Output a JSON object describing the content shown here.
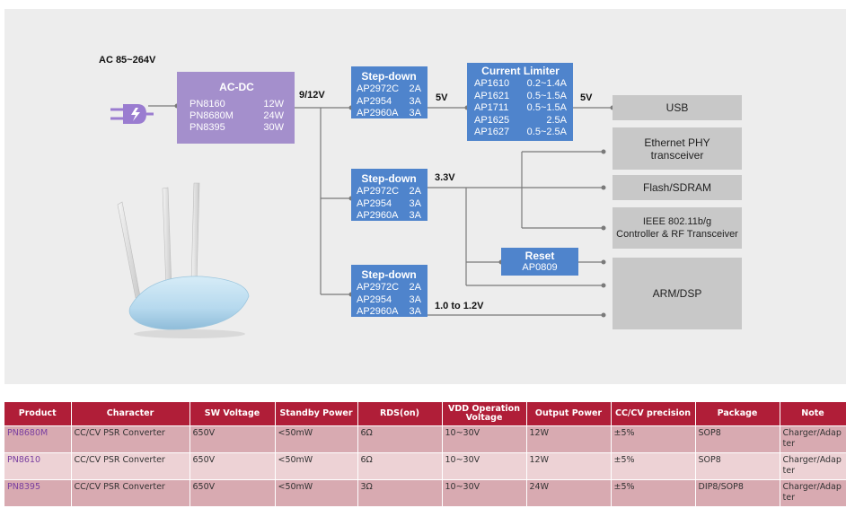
{
  "diagram": {
    "ac_input_label": "AC 85~264V",
    "acdc": {
      "title": "AC-DC",
      "parts": [
        {
          "part": "PN8160",
          "spec": "12W"
        },
        {
          "part": "PN8680M",
          "spec": "24W"
        },
        {
          "part": "PN8395",
          "spec": "30W"
        }
      ]
    },
    "bus_label": "9/12V",
    "stepdown_title": "Step-down",
    "stepdown_parts": [
      {
        "part": "AP2972C",
        "spec": "2A"
      },
      {
        "part": "AP2954",
        "spec": "3A"
      },
      {
        "part": "AP2960A",
        "spec": "3A"
      }
    ],
    "rail_5v_label": "5V",
    "rail_5v_out_label": "5V",
    "rail_33v_label": "3.3V",
    "rail_core_label": "1.0 to 1.2V",
    "current_limiter": {
      "title": "Current Limiter",
      "parts": [
        {
          "part": "AP1610",
          "spec": "0.2~1.4A"
        },
        {
          "part": "AP1621",
          "spec": "0.5~1.5A"
        },
        {
          "part": "AP1711",
          "spec": "0.5~1.5A"
        },
        {
          "part": "AP1625",
          "spec": "2.5A"
        },
        {
          "part": "AP1627",
          "spec": "0.5~2.5A"
        }
      ]
    },
    "reset": {
      "title": "Reset",
      "part": "AP0809"
    },
    "loads": {
      "usb": "USB",
      "eth_line1": "Ethernet PHY",
      "eth_line2": "transceiver",
      "flash": "Flash/SDRAM",
      "ieee_line1": "IEEE 802.11b/g",
      "ieee_line2": "Controller & RF Transceiver",
      "arm": "ARM/DSP"
    },
    "colors": {
      "acdc_fill": "#a48fcc",
      "blue_fill": "#4f84cc",
      "load_fill": "#c8c8c8",
      "wire": "#7a7a7a"
    }
  },
  "table": {
    "headers": [
      "Product",
      "Character",
      "SW Voltage",
      "Standby Power",
      "RDS(on)",
      "VDD Operation Voltage",
      "Output Power",
      "CC/CV precision",
      "Package",
      "Note"
    ],
    "rows": [
      [
        "PN8680M",
        "CC/CV PSR Converter",
        "650V",
        "<50mW",
        "6Ω",
        "10~30V",
        "12W",
        "±5%",
        "SOP8",
        "Charger/Adapter"
      ],
      [
        "PN8610",
        "CC/CV PSR Converter",
        "650V",
        "<50mW",
        "6Ω",
        "10~30V",
        "12W",
        "±5%",
        "SOP8",
        "Charger/Adapter"
      ],
      [
        "PN8395",
        "CC/CV PSR Converter",
        "650V",
        "<50mW",
        "3Ω",
        "10~30V",
        "24W",
        "±5%",
        "DIP8/SOP8",
        "Charger/Adapter"
      ]
    ],
    "header_color": "#b01e38",
    "row_colors": [
      "#d8aab1",
      "#edd2d5"
    ]
  }
}
